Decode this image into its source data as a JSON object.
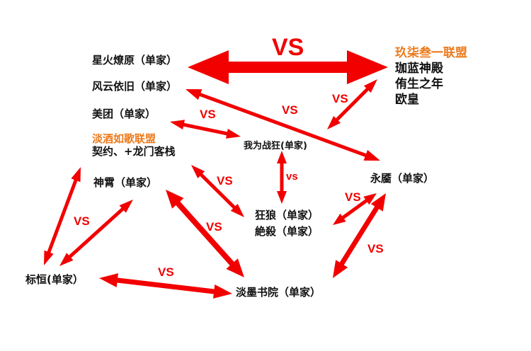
{
  "vs_label": "VS",
  "vs_small_label": "vs",
  "colors": {
    "arrow": "#f20000",
    "alliance_title": "#ec7a1c",
    "text": "#111111"
  },
  "nodes": {
    "xinghuo": "星火燎原（单家）",
    "fengyun": "风云依旧（单家）",
    "meituan": "美团（单家）",
    "danjiu_title": "淡酒如歌联盟",
    "danjiu_members": "契约、+龙门客栈",
    "shenxiao": "神霄（单家）",
    "biaoheng": "标恒(单家）",
    "danmo": "淡墨书院（单家）",
    "kuanglang": "狂狼（单家）",
    "juesha": "絶殺（单家）",
    "woweizhankuang": "我为战狂(单家)",
    "yongjie": "永靥（单家）",
    "jiuqi_title": "玖柒叁一联盟",
    "jiuqi_member1": "珈蓝神殿",
    "jiuqi_member2": "侑生之年",
    "jiuqi_member3": "欧皇"
  }
}
